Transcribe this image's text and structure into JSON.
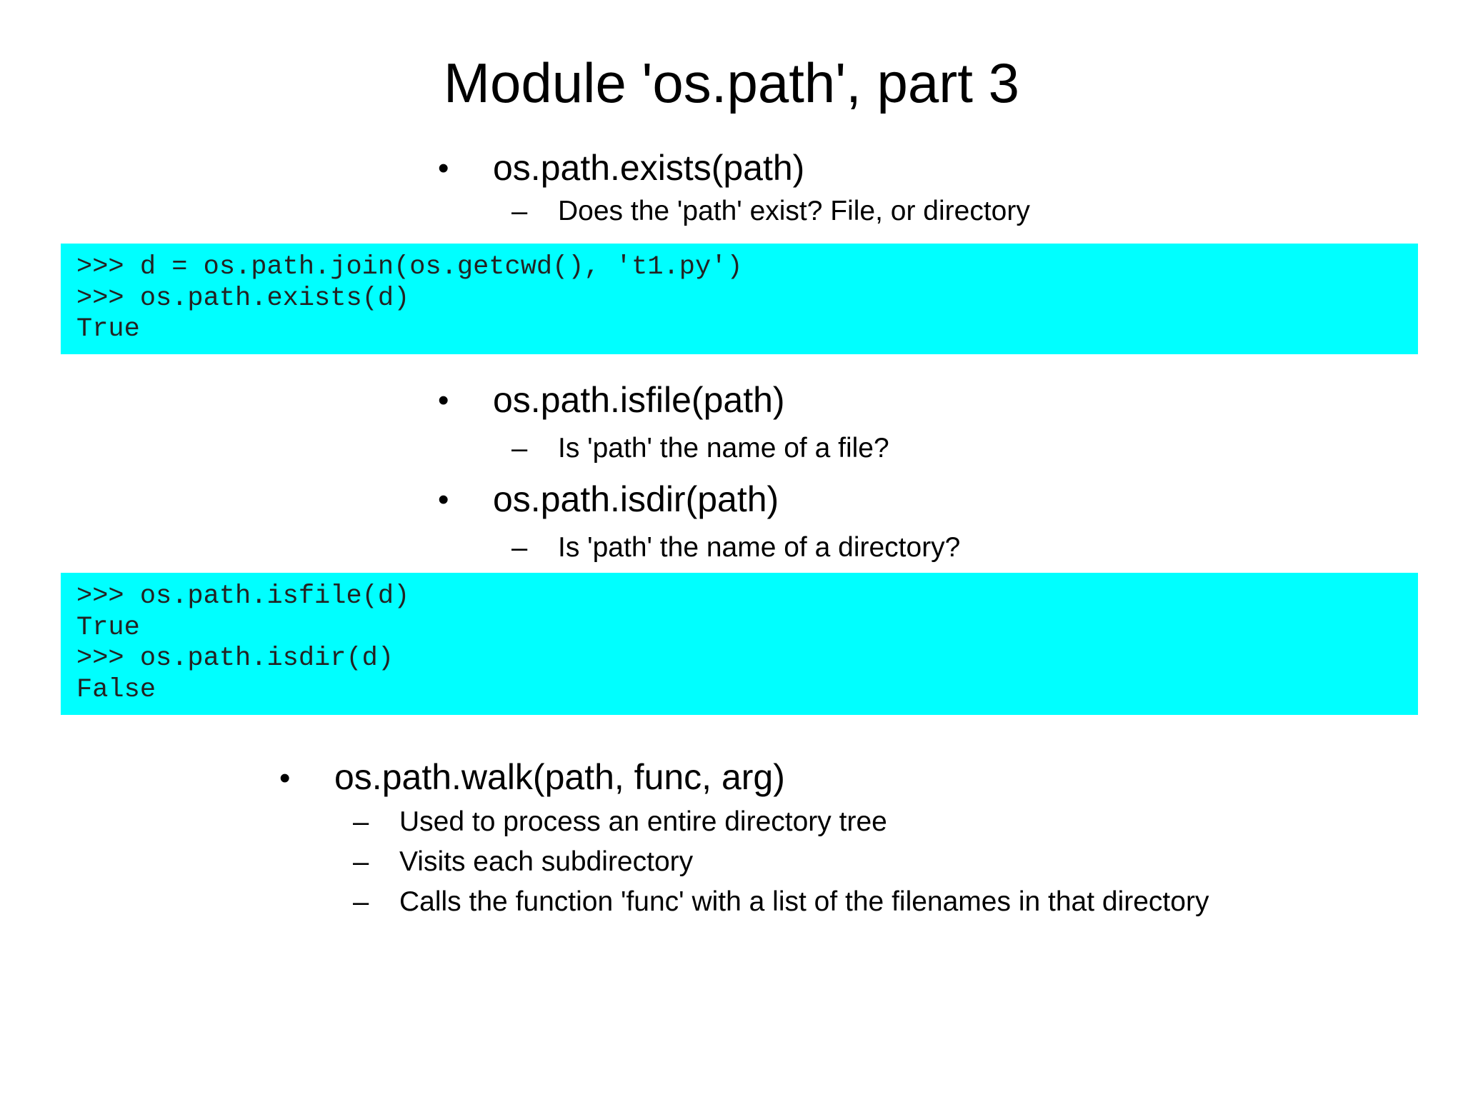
{
  "slide": {
    "title": "Module 'os.path', part 3"
  },
  "bullet_mark": "•",
  "dash_mark": "–",
  "section1": {
    "bullet": "os.path.exists(path)",
    "sub": "Does the 'path' exist? File, or directory"
  },
  "code1": {
    "lines": [
      ">>> d = os.path.join(os.getcwd(), 't1.py')",
      ">>> os.path.exists(d)",
      "True"
    ]
  },
  "section2": {
    "bullet1": "os.path.isfile(path)",
    "sub1": "Is 'path' the name of a file?",
    "bullet2": "os.path.isdir(path)",
    "sub2": "Is 'path' the name of a directory?"
  },
  "code2": {
    "lines": [
      ">>> os.path.isfile(d)",
      "True",
      ">>> os.path.isdir(d)",
      "False"
    ]
  },
  "section3": {
    "bullet": "os.path.walk(path, func, arg)",
    "subs": [
      "Used to process an entire directory tree",
      "Visits each subdirectory",
      "Calls the function 'func' with a list of the filenames in that directory"
    ]
  },
  "colors": {
    "code_background": "#00ffff",
    "code_text": "#222222",
    "text": "#000000",
    "background": "#ffffff"
  }
}
